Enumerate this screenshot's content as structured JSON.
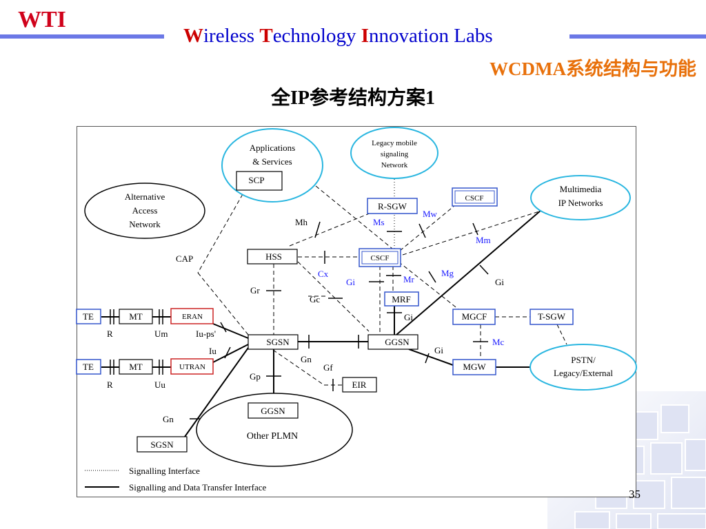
{
  "header": {
    "logo": "WTI",
    "title_parts": [
      {
        "initial": "W",
        "rest": "ireless "
      },
      {
        "initial": "T",
        "rest": "echnology "
      },
      {
        "initial": "I",
        "rest": "nnovation Labs"
      }
    ],
    "subtitle": "WCDMA系统结构与功能",
    "slide_title": "全IP参考结构方案1"
  },
  "page_number": "35",
  "clouds": {
    "apps": [
      "Applications",
      "& Services"
    ],
    "legacy": [
      "Legacy mobile",
      "signaling",
      "Network"
    ],
    "alt_access": [
      "Alternative",
      "Access",
      "Network"
    ],
    "multimedia": [
      "Multimedia",
      "IP Networks"
    ],
    "pstn": [
      "PSTN/",
      "Legacy/External"
    ],
    "other_plmn": "Other PLMN"
  },
  "nodes": {
    "scp": "SCP",
    "rsgw": "R-SGW",
    "cscf_top": "CSCF",
    "hss": "HSS",
    "cscf_mid": "CSCF",
    "mrf": "MRF",
    "te1": "TE",
    "mt1": "MT",
    "eran": "ERAN",
    "te2": "TE",
    "mt2": "MT",
    "utran": "UTRAN",
    "sgsn": "SGSN",
    "ggsn": "GGSN",
    "mgcf": "MGCF",
    "tsgw": "T-SGW",
    "mgw": "MGW",
    "eir": "EIR",
    "ggsn_other": "GGSN",
    "sgsn_other": "SGSN"
  },
  "interfaces": {
    "mh": "Mh",
    "ms": "Ms",
    "mw": "Mw",
    "mm": "Mm",
    "cap": "CAP",
    "cx": "Cx",
    "gi_cscf": "Gi",
    "mr": "Mr",
    "mg": "Mg",
    "gi_mm": "Gi",
    "gr": "Gr",
    "gc": "Gc",
    "gi_ggsn": "Gi",
    "r1": "R",
    "um": "Um",
    "iu_ps": "Iu-ps'",
    "iu": "Iu",
    "gn1": "Gn",
    "gf": "Gf",
    "gi_mgw": "Gi",
    "mc": "Mc",
    "r2": "R",
    "uu": "Uu",
    "gp": "Gp",
    "gn2": "Gn"
  },
  "legend": {
    "signalling": "Signalling Interface",
    "data": "Signalling and Data Transfer Interface"
  },
  "colors": {
    "title_blue": "#0000cc",
    "title_red": "#cc0000",
    "subtitle_orange": "#e8700a",
    "cloud_border": "#29b6e0",
    "node_blue": "#3355cc",
    "node_red": "#cc2222",
    "label_blue": "#1a1aff"
  }
}
